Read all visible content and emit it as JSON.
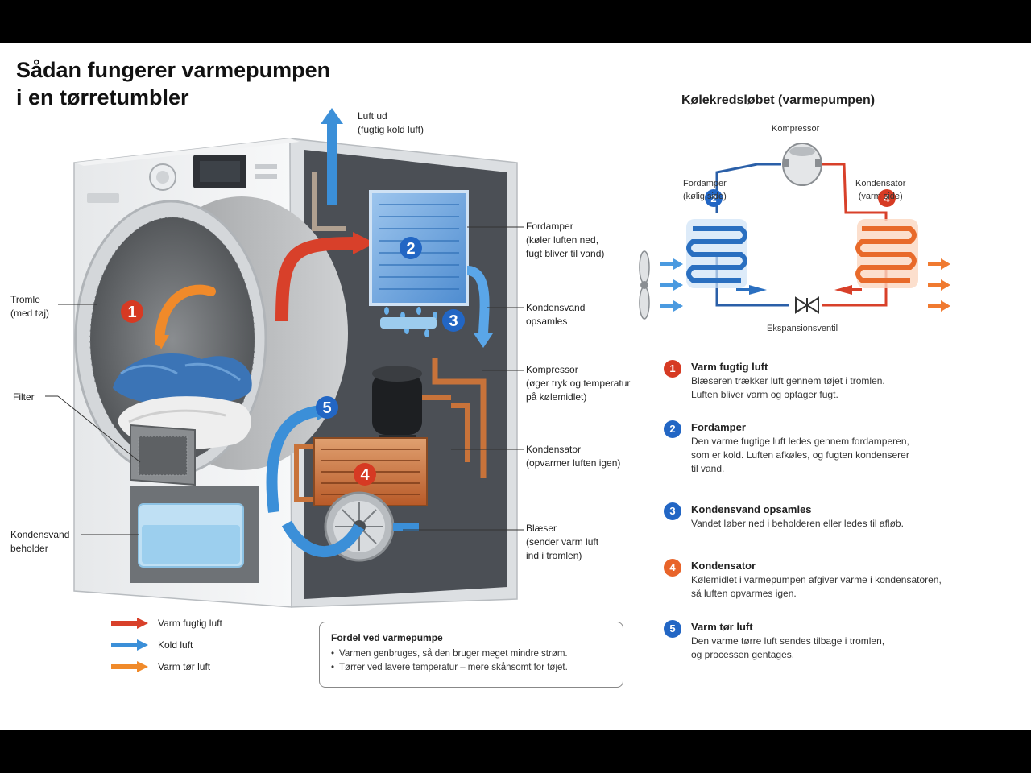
{
  "title": {
    "line1": "Sådan fungerer varmepumpen",
    "line2": "i en tørretumbler"
  },
  "machine_labels": {
    "air_out": {
      "title": "Luft ud",
      "sub": "(fugtig kold luft)"
    },
    "drum": {
      "title": "Tromle",
      "sub": "(med tøj)"
    },
    "filter": {
      "title": "Filter"
    },
    "container": {
      "title": "Kondensvand",
      "sub": "beholder"
    },
    "evaporator": {
      "title": "Fordamper",
      "sub1": "(køler luften ned,",
      "sub2": "fugt bliver til vand)"
    },
    "condensate": {
      "title": "Kondensvand",
      "sub": "opsamles"
    },
    "compressor": {
      "title": "Kompressor",
      "sub1": "(øger tryk og temperatur",
      "sub2": "på kølemidlet)"
    },
    "condenser": {
      "title": "Kondensator",
      "sub": "(opvarmer luften igen)"
    },
    "fan": {
      "title": "Blæser",
      "sub1": "(sender varm luft",
      "sub2": "ind i tromlen)"
    }
  },
  "badges": [
    "1",
    "2",
    "3",
    "4",
    "5"
  ],
  "legend": [
    {
      "label": "Varm fugtig luft",
      "color": "#d8402a"
    },
    {
      "label": "Kold luft",
      "color": "#3b8fd8"
    },
    {
      "label": "Varm tør luft",
      "color": "#f08a2a"
    }
  ],
  "benefit": {
    "title": "Fordel ved varmepumpe",
    "items": [
      "Varmen genbruges, så den bruger meget mindre strøm.",
      "Tørrer ved lavere temperatur – mere skånsomt for tøjet."
    ]
  },
  "cycle": {
    "title": "Kølekredsløbet (varmepumpen)",
    "compressor": "Kompressor",
    "evaporator": {
      "title": "Fordamper",
      "sub": "(kølig side)"
    },
    "condenser": {
      "title": "Kondensator",
      "sub": "(varm side)"
    },
    "valve": "Ekspansionsventil",
    "badge_left": "2",
    "badge_right": "4"
  },
  "explanations": [
    {
      "num": "1",
      "title": "Varm fugtig luft",
      "lines": [
        "Blæseren trækker luft gennem tøjet i tromlen.",
        "Luften bliver varm og optager fugt."
      ],
      "color": "#d63a23"
    },
    {
      "num": "2",
      "title": "Fordamper",
      "lines": [
        "Den varme fugtige luft ledes gennem fordamperen,",
        "som er kold. Luften afkøles, og fugten kondenserer",
        "til vand."
      ],
      "color": "#2266c4"
    },
    {
      "num": "3",
      "title": "Kondensvand opsamles",
      "lines": [
        "Vandet løber ned i beholderen eller ledes til afløb."
      ],
      "color": "#2266c4"
    },
    {
      "num": "4",
      "title": "Kondensator",
      "lines": [
        "Kølemidlet i varmepumpen afgiver varme i kondensatoren,",
        "så luften opvarmes igen."
      ],
      "color": "#e8642a"
    },
    {
      "num": "5",
      "title": "Varm tør luft",
      "lines": [
        "Den varme tørre luft sendes tilbage i tromlen,",
        "og processen gentages."
      ],
      "color": "#2266c4"
    }
  ],
  "colors": {
    "hot": "#d8402a",
    "cold": "#3b8fd8",
    "warm": "#f08a2a",
    "copper": "#c8733a"
  }
}
